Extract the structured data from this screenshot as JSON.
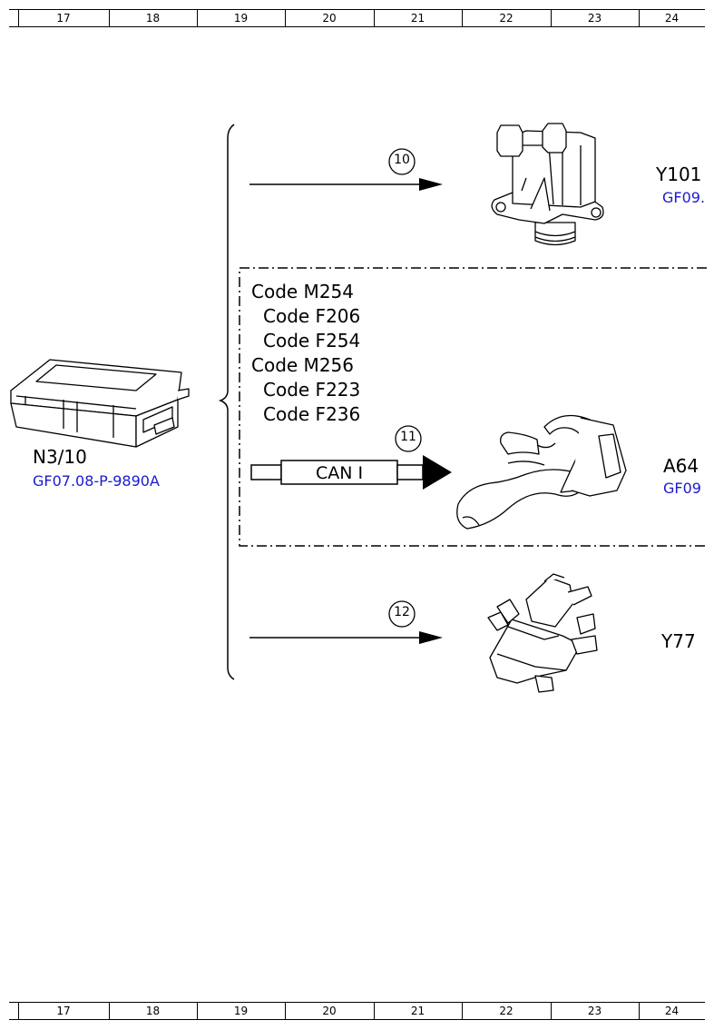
{
  "ruler": {
    "columns": [
      "17",
      "18",
      "19",
      "20",
      "21",
      "22",
      "23",
      "24"
    ]
  },
  "source": {
    "label": "N3/10",
    "ref": "GF07.08-P-9890A"
  },
  "outputs": [
    {
      "step": "10",
      "label": "Y101",
      "ref": "GF09."
    },
    {
      "step": "11",
      "label": "A64",
      "ref": "GF09",
      "bus": "CAN I"
    },
    {
      "step": "12",
      "label": "Y77"
    }
  ],
  "codes": [
    "Code M254",
    "Code F206",
    "Code F254",
    "Code M256",
    "Code F223",
    "Code F236"
  ],
  "colors": {
    "line": "#000000",
    "reference": "#1a1acc"
  }
}
